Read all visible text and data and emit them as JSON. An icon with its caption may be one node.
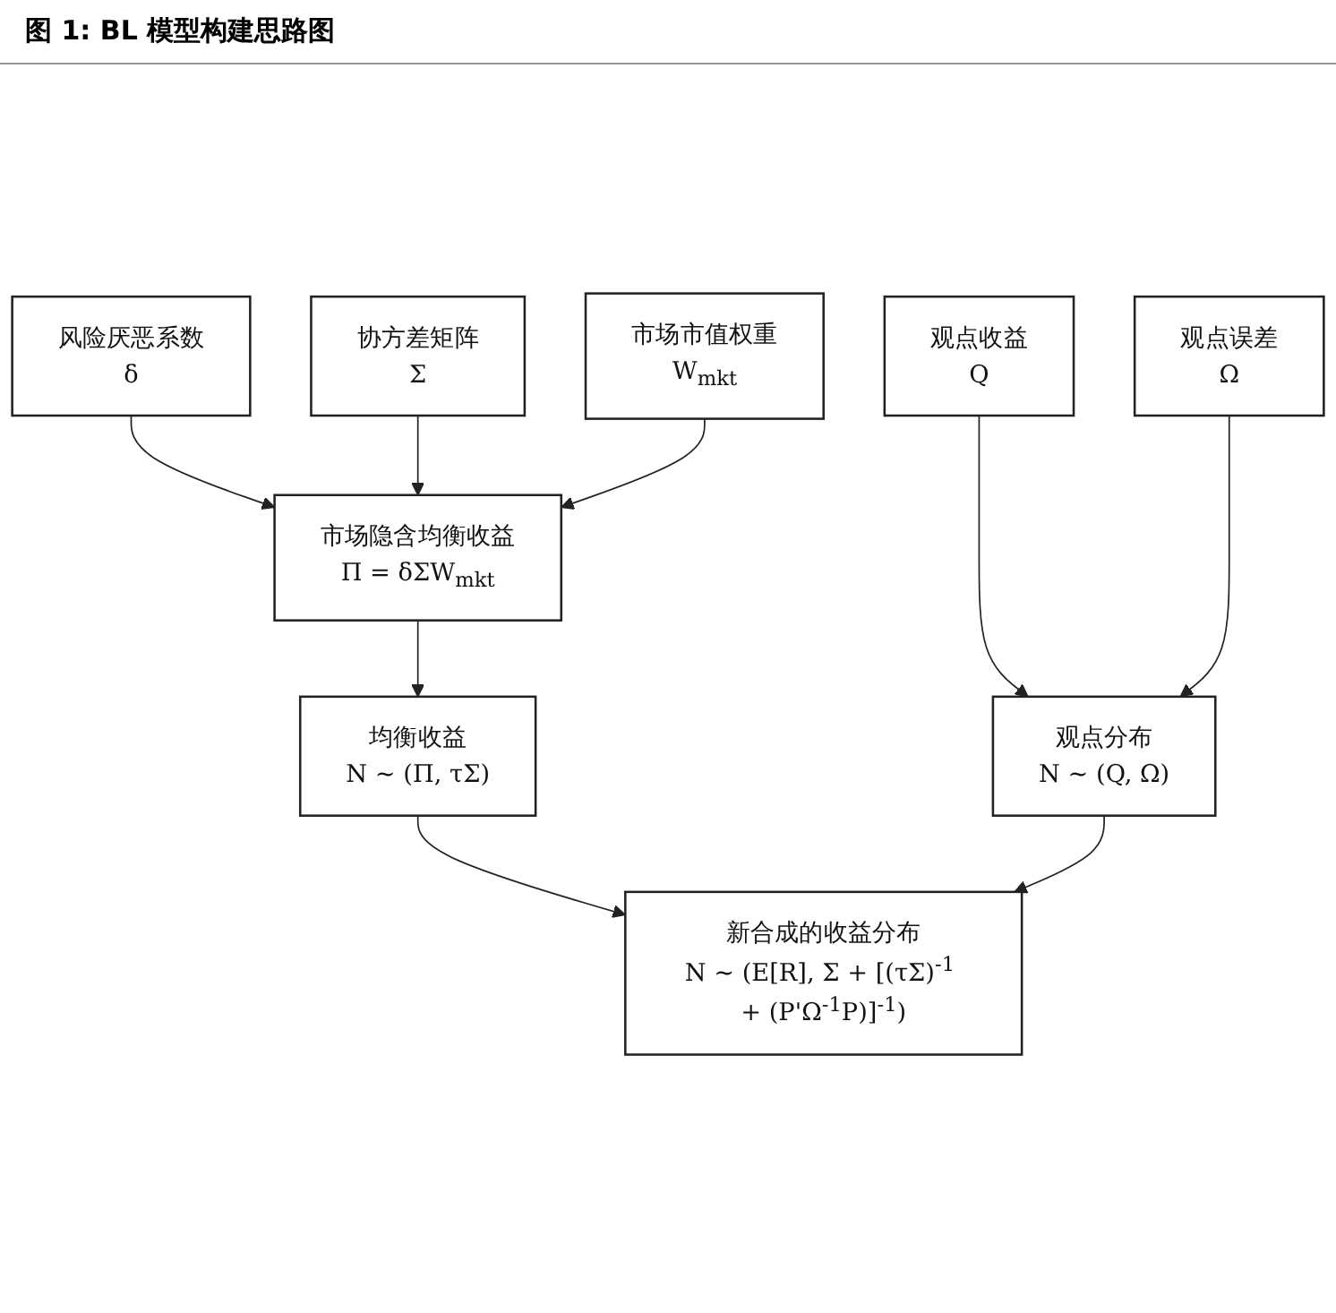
{
  "diagram": {
    "title": "图 1: BL 模型构建思路图",
    "nodes": [
      {
        "text": [
          "风险厌恶系数",
          "δ"
        ]
      },
      {
        "text": [
          "协方差矩阵",
          "Σ"
        ]
      },
      {
        "text": [
          "市场市值权重",
          "W$_{mkt}$"
        ]
      },
      {
        "text": [
          "观点收益",
          "Q"
        ]
      },
      {
        "text": [
          "观点误差",
          "Ω"
        ]
      },
      {
        "text": [
          "市场隐含均衡收益",
          "Π = δΣW$_{mkt}$"
        ]
      },
      {
        "text": [
          "均衡收益",
          "N ~ (Π, τΣ)"
        ]
      },
      {
        "text": [
          "观点分布",
          "N ~ (Q, Ω)"
        ]
      },
      {
        "text": [
          "新合成的收益分布",
          "N ~ (E[R], Σ + [(τΣ)$^{-1}$ + (P'Ω$^{-1}$P)]$^{-1}$)"
        ]
      }
    ],
    "edges": [
      {
        "from": 0,
        "to": 5,
        "arrow": "to"
      },
      {
        "from": 1,
        "to": 5,
        "arrow": "to"
      },
      {
        "from": 2,
        "to": 5,
        "arrow": "to"
      },
      {
        "from": 3,
        "to": 7,
        "arrow": "to"
      },
      {
        "from": 4,
        "to": 7,
        "arrow": "to"
      },
      {
        "from": 5,
        "to": 6,
        "arrow": "to"
      },
      {
        "from": 6,
        "to": 8,
        "arrow": "to"
      },
      {
        "from": 7,
        "to": 8,
        "arrow": "to"
      }
    ]
  }
}
